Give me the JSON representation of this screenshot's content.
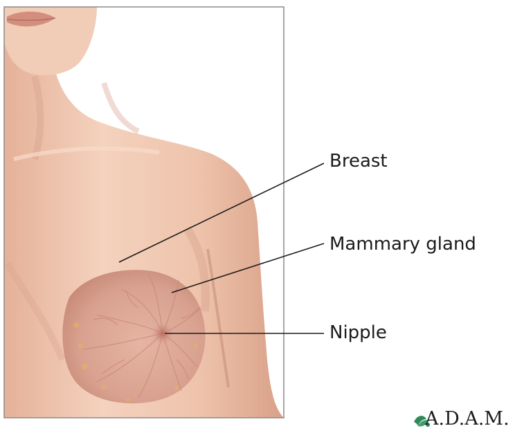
{
  "labels": {
    "breast": "Breast",
    "mammary_gland": "Mammary gland",
    "nipple": "Nipple"
  },
  "logo": {
    "text": "A.D.A.M.",
    "leaf_color": "#2f8a5a"
  },
  "colors": {
    "skin": "#f0c9b3",
    "gland": "#d49a8c",
    "leader_line": "#1a1a1a"
  }
}
